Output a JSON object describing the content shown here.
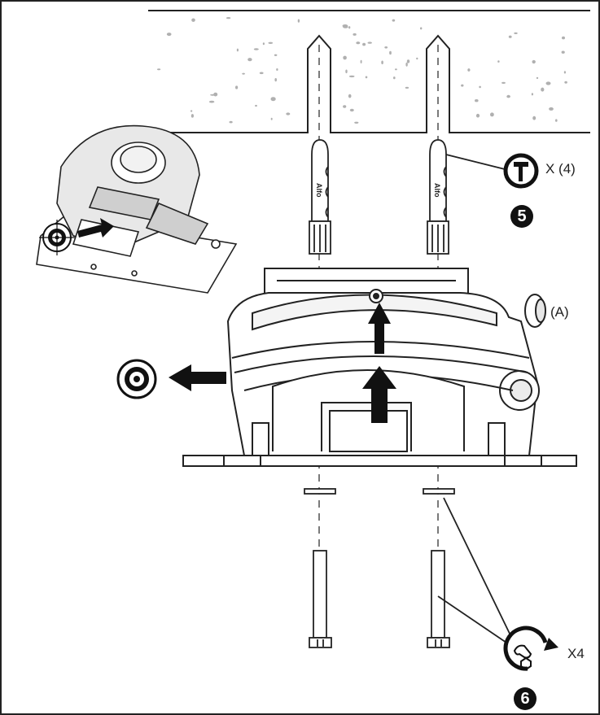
{
  "labels": {
    "screw_count": "X (4)",
    "part_a": "(A)",
    "step_five": "5",
    "bolt_count": "X4",
    "step_six": "6"
  },
  "icons": {
    "screwdriver_tool": "screwdriver-icon",
    "wrench_tool": "wrench-icon",
    "remove_target": "target-icon"
  },
  "colors": {
    "line": "#222222",
    "speckle": "#b0b0b0",
    "badge": "#111111"
  }
}
